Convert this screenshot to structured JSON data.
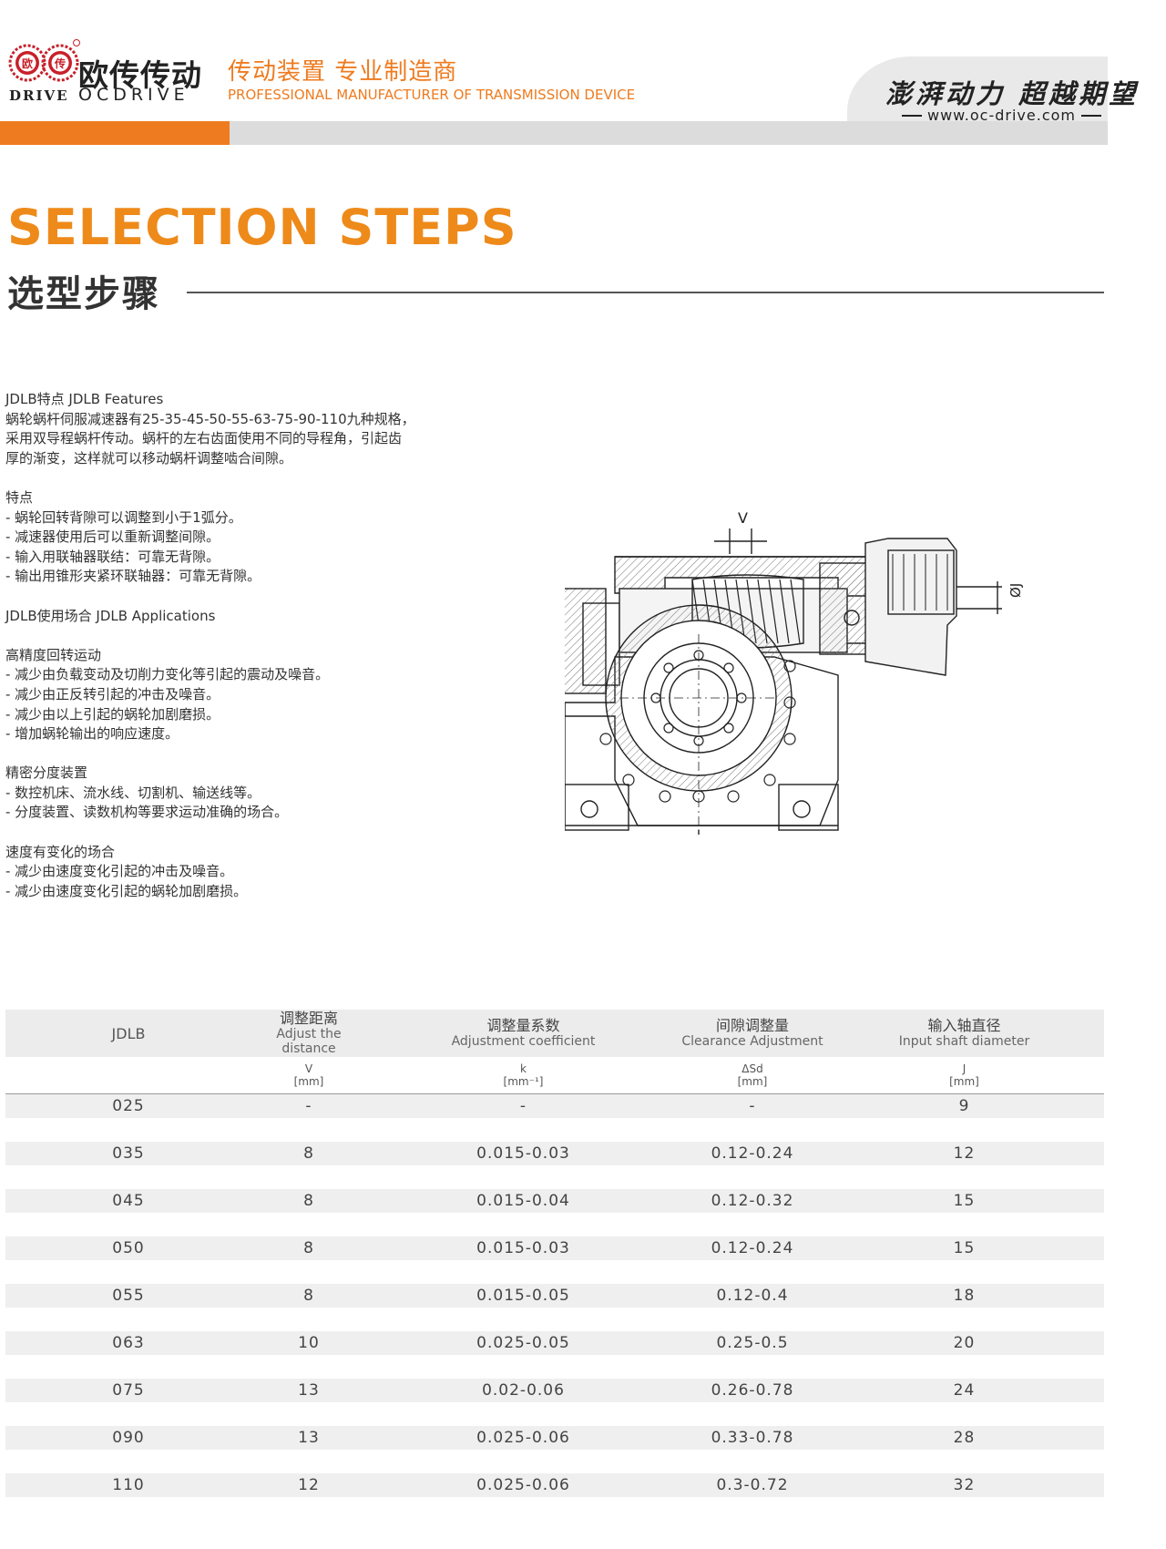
{
  "colors": {
    "accent": "#ee7b1f",
    "title": "#ee8a1a",
    "band": "#dcdcdc",
    "row": "#efefef"
  },
  "header": {
    "logo_char_left": "欧",
    "logo_char_right": "传",
    "brand_cn": "欧传传动",
    "brand_drive": "DRIVE",
    "brand_en": "OCDRIVE",
    "tagline_cn": "传动装置 专业制造商",
    "tagline_en": "PROFESSIONAL MANUFACTURER OF TRANSMISSION DEVICE",
    "slogan": "澎湃动力 超越期望",
    "website": "www.oc-drive.com"
  },
  "title": {
    "en": "SELECTION STEPS",
    "cn": "选型步骤"
  },
  "text": {
    "features_heading": "JDLB特点 JDLB Features",
    "features_body_1": "蜗轮蜗杆伺服减速器有25-35-45-50-55-63-75-90-110九种规格，",
    "features_body_2": "采用双导程蜗杆传动。蜗杆的左右齿面使用不同的导程角，引起齿",
    "features_body_3": "厚的渐变，这样就可以移动蜗杆调整啮合间隙。",
    "points_heading": "特点",
    "points": [
      "- 蜗轮回转背隙可以调整到小于1弧分。",
      "- 减速器使用后可以重新调整间隙。",
      "- 输入用联轴器联结：可靠无背隙。",
      "- 输出用锥形夹紧环联轴器：可靠无背隙。"
    ],
    "applications_heading": "JDLB使用场合 JDLB Applications",
    "app1_heading": "高精度回转运动",
    "app1_items": [
      "- 减少由负载变动及切削力变化等引起的震动及噪音。",
      "- 减少由正反转引起的冲击及噪音。",
      "- 减少由以上引起的蜗轮加剧磨损。",
      "- 增加蜗轮输出的响应速度。"
    ],
    "app2_heading": "精密分度装置",
    "app2_items": [
      "- 数控机床、流水线、切割机、输送线等。",
      "- 分度装置、读数机构等要求运动准确的场合。"
    ],
    "app3_heading": "速度有变化的场合",
    "app3_items": [
      "- 减少由速度变化引起的冲击及噪音。",
      "- 减少由速度变化引起的蜗轮加剧磨损。"
    ]
  },
  "drawing": {
    "label_v": "V",
    "label_j": "ØJ"
  },
  "table": {
    "model_header": "JDLB",
    "columns": [
      {
        "cn": "调整距离",
        "en": "Adjust the distance",
        "symbol": "V",
        "unit": "[mm]"
      },
      {
        "cn": "调整量系数",
        "en": "Adjustment coefficient",
        "symbol": "k",
        "unit": "[mm⁻¹]"
      },
      {
        "cn": "间隙调整量",
        "en": "Clearance Adjustment",
        "symbol": "ΔSd",
        "unit": "[mm]"
      },
      {
        "cn": "输入轴直径",
        "en": "Input shaft diameter",
        "symbol": "J",
        "unit": "[mm]"
      }
    ],
    "rows": [
      {
        "model": "025",
        "v": "-",
        "k": "-",
        "sd": "-",
        "j": "9"
      },
      {
        "model": "035",
        "v": "8",
        "k": "0.015-0.03",
        "sd": "0.12-0.24",
        "j": "12"
      },
      {
        "model": "045",
        "v": "8",
        "k": "0.015-0.04",
        "sd": "0.12-0.32",
        "j": "15"
      },
      {
        "model": "050",
        "v": "8",
        "k": "0.015-0.03",
        "sd": "0.12-0.24",
        "j": "15"
      },
      {
        "model": "055",
        "v": "8",
        "k": "0.015-0.05",
        "sd": "0.12-0.4",
        "j": "18"
      },
      {
        "model": "063",
        "v": "10",
        "k": "0.025-0.05",
        "sd": "0.25-0.5",
        "j": "20"
      },
      {
        "model": "075",
        "v": "13",
        "k": "0.02-0.06",
        "sd": "0.26-0.78",
        "j": "24"
      },
      {
        "model": "090",
        "v": "13",
        "k": "0.025-0.06",
        "sd": "0.33-0.78",
        "j": "28"
      },
      {
        "model": "110",
        "v": "12",
        "k": "0.025-0.06",
        "sd": "0.3-0.72",
        "j": "32"
      }
    ]
  }
}
